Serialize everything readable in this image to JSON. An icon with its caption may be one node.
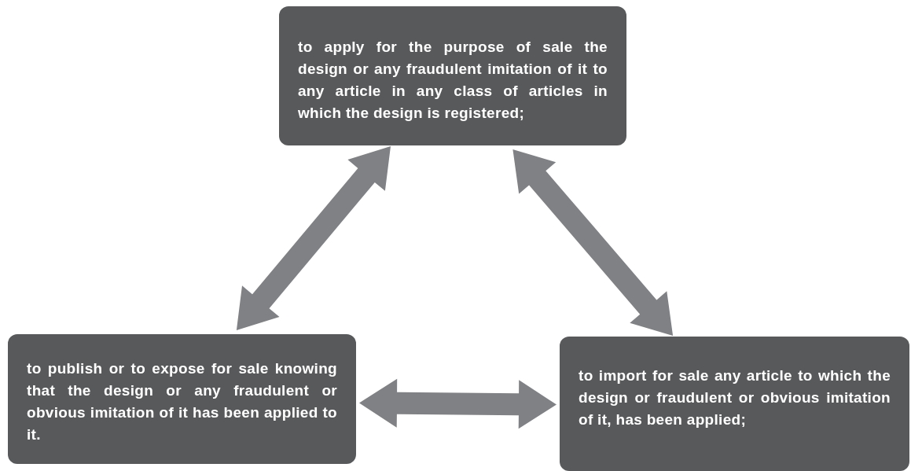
{
  "diagram": {
    "nodes": [
      {
        "text": [
          "to apply for the purpose of sale the design or any fraudulent imitation of it to any article in any class of articles in which the design is registered;"
        ]
      },
      {
        "text": [
          "to publish or to expose for sale knowing that the design or any fraudulent or obvious imitation of it has been applied to it."
        ]
      },
      {
        "text": [
          "to import for sale any article to which the design or fraudulent or obvious imitation of it, has been applied;"
        ]
      }
    ],
    "edges": [
      {
        "from": 0,
        "to": 1,
        "arrow": "both",
        "style": "thick"
      },
      {
        "from": 0,
        "to": 2,
        "arrow": "both",
        "style": "thick"
      },
      {
        "from": 1,
        "to": 2,
        "arrow": "both",
        "style": "thick"
      }
    ]
  }
}
